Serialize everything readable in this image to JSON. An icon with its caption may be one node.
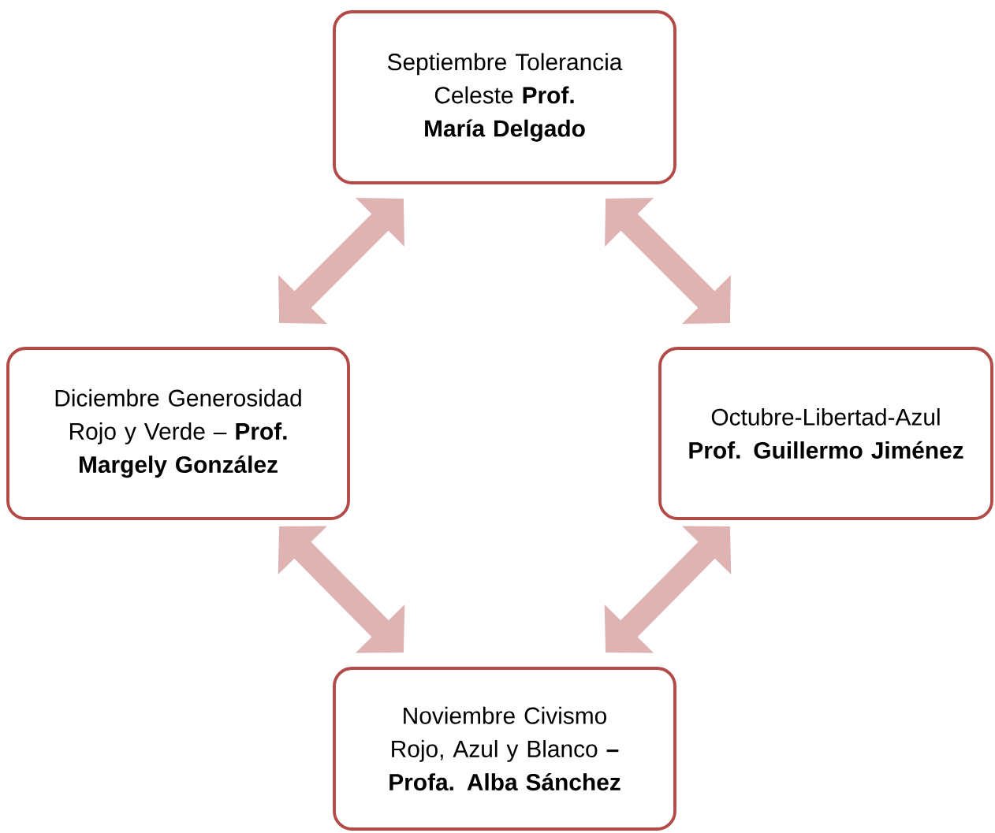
{
  "diagram": {
    "nodes": [
      {
        "text": [
          "Septiembre Tolerancia Celeste **Prof. María Delgado**"
        ]
      },
      {
        "text": [
          "Octubre-Libertad-Azul **Prof. Guillermo Jiménez**"
        ]
      },
      {
        "text": [
          "Noviembre Civismo Rojo, Azul y Blanco **– Profa. Alba Sánchez**"
        ]
      },
      {
        "text": [
          "Diciembre Generosidad Rojo y Verde – **Prof. Margely González**"
        ]
      }
    ],
    "edges": [
      {
        "from": 0,
        "to": 1,
        "arrow": "both"
      },
      {
        "from": 1,
        "to": 2,
        "arrow": "both"
      },
      {
        "from": 2,
        "to": 3,
        "arrow": "both"
      },
      {
        "from": 3,
        "to": 0,
        "arrow": "both"
      }
    ]
  }
}
